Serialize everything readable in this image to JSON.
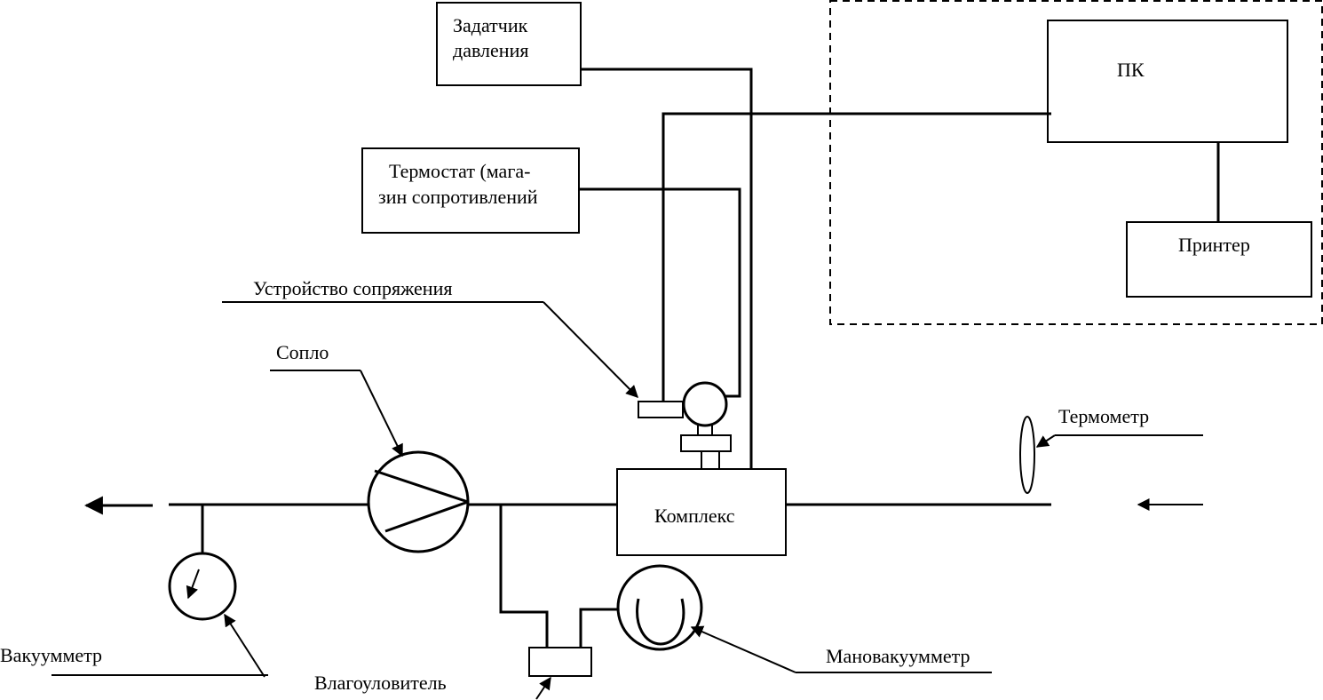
{
  "labels": {
    "pressure_setter_line1": "Задатчик",
    "pressure_setter_line2": "давления",
    "pc": "ПК",
    "printer": "Принтер",
    "thermostat_line1": "Термостат (мага-",
    "thermostat_line2": "зин сопротивлений",
    "interface_device": "Устройство сопряжения",
    "nozzle": "Сопло",
    "thermometer": "Термометр",
    "complex": "Комплекс",
    "vacuum_gauge": "Вакуумметр",
    "moisture_trap": "Влагоуловитель",
    "pressure_vacuum_gauge": "Мановакуумметр"
  }
}
